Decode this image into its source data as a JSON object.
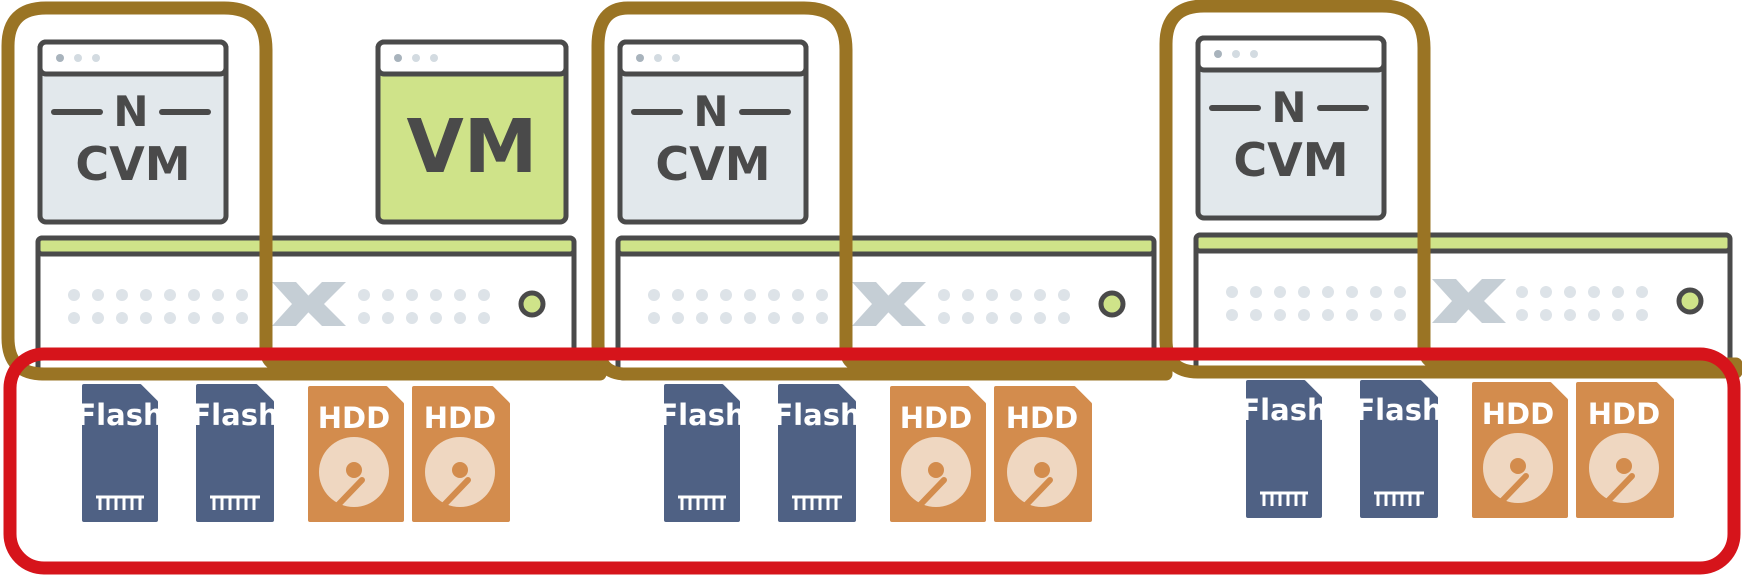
{
  "colors": {
    "window_fill": "#e2e8ec",
    "window_stroke": "#4a4a4a",
    "vm_fill": "#cfe389",
    "server_fill": "#ffffff",
    "server_stroke": "#4a4a4a",
    "server_top_bar": "#cfe389",
    "server_led": "#cfe389",
    "server_dots": "#dde3e8",
    "logo": "#c5ced5",
    "node_outline": "#9a7424",
    "storage_outline": "#d6141b",
    "flash_fill": "#4f6184",
    "hdd_fill": "#d38c4d",
    "hdd_platter": "#efd7c1",
    "hdd_hub": "#d38c4d"
  },
  "nodes": [
    {
      "cvm": {
        "icon": "nutanix-n-icon",
        "n_label": "N",
        "label": "CVM"
      },
      "vm": {
        "label": "VM"
      },
      "drives": [
        {
          "type": "flash",
          "label": "Flash",
          "icon": "flash-chip-icon"
        },
        {
          "type": "flash",
          "label": "Flash",
          "icon": "flash-chip-icon"
        },
        {
          "type": "hdd",
          "label": "HDD",
          "icon": "hard-disk-icon"
        },
        {
          "type": "hdd",
          "label": "HDD",
          "icon": "hard-disk-icon"
        }
      ]
    },
    {
      "cvm": {
        "icon": "nutanix-n-icon",
        "n_label": "N",
        "label": "CVM"
      },
      "drives": [
        {
          "type": "flash",
          "label": "Flash",
          "icon": "flash-chip-icon"
        },
        {
          "type": "flash",
          "label": "Flash",
          "icon": "flash-chip-icon"
        },
        {
          "type": "hdd",
          "label": "HDD",
          "icon": "hard-disk-icon"
        },
        {
          "type": "hdd",
          "label": "HDD",
          "icon": "hard-disk-icon"
        }
      ]
    },
    {
      "cvm": {
        "icon": "nutanix-n-icon",
        "n_label": "N",
        "label": "CVM"
      },
      "drives": [
        {
          "type": "flash",
          "label": "Flash",
          "icon": "flash-chip-icon"
        },
        {
          "type": "flash",
          "label": "Flash",
          "icon": "flash-chip-icon"
        },
        {
          "type": "hdd",
          "label": "HDD",
          "icon": "hard-disk-icon"
        },
        {
          "type": "hdd",
          "label": "HDD",
          "icon": "hard-disk-icon"
        }
      ]
    }
  ]
}
